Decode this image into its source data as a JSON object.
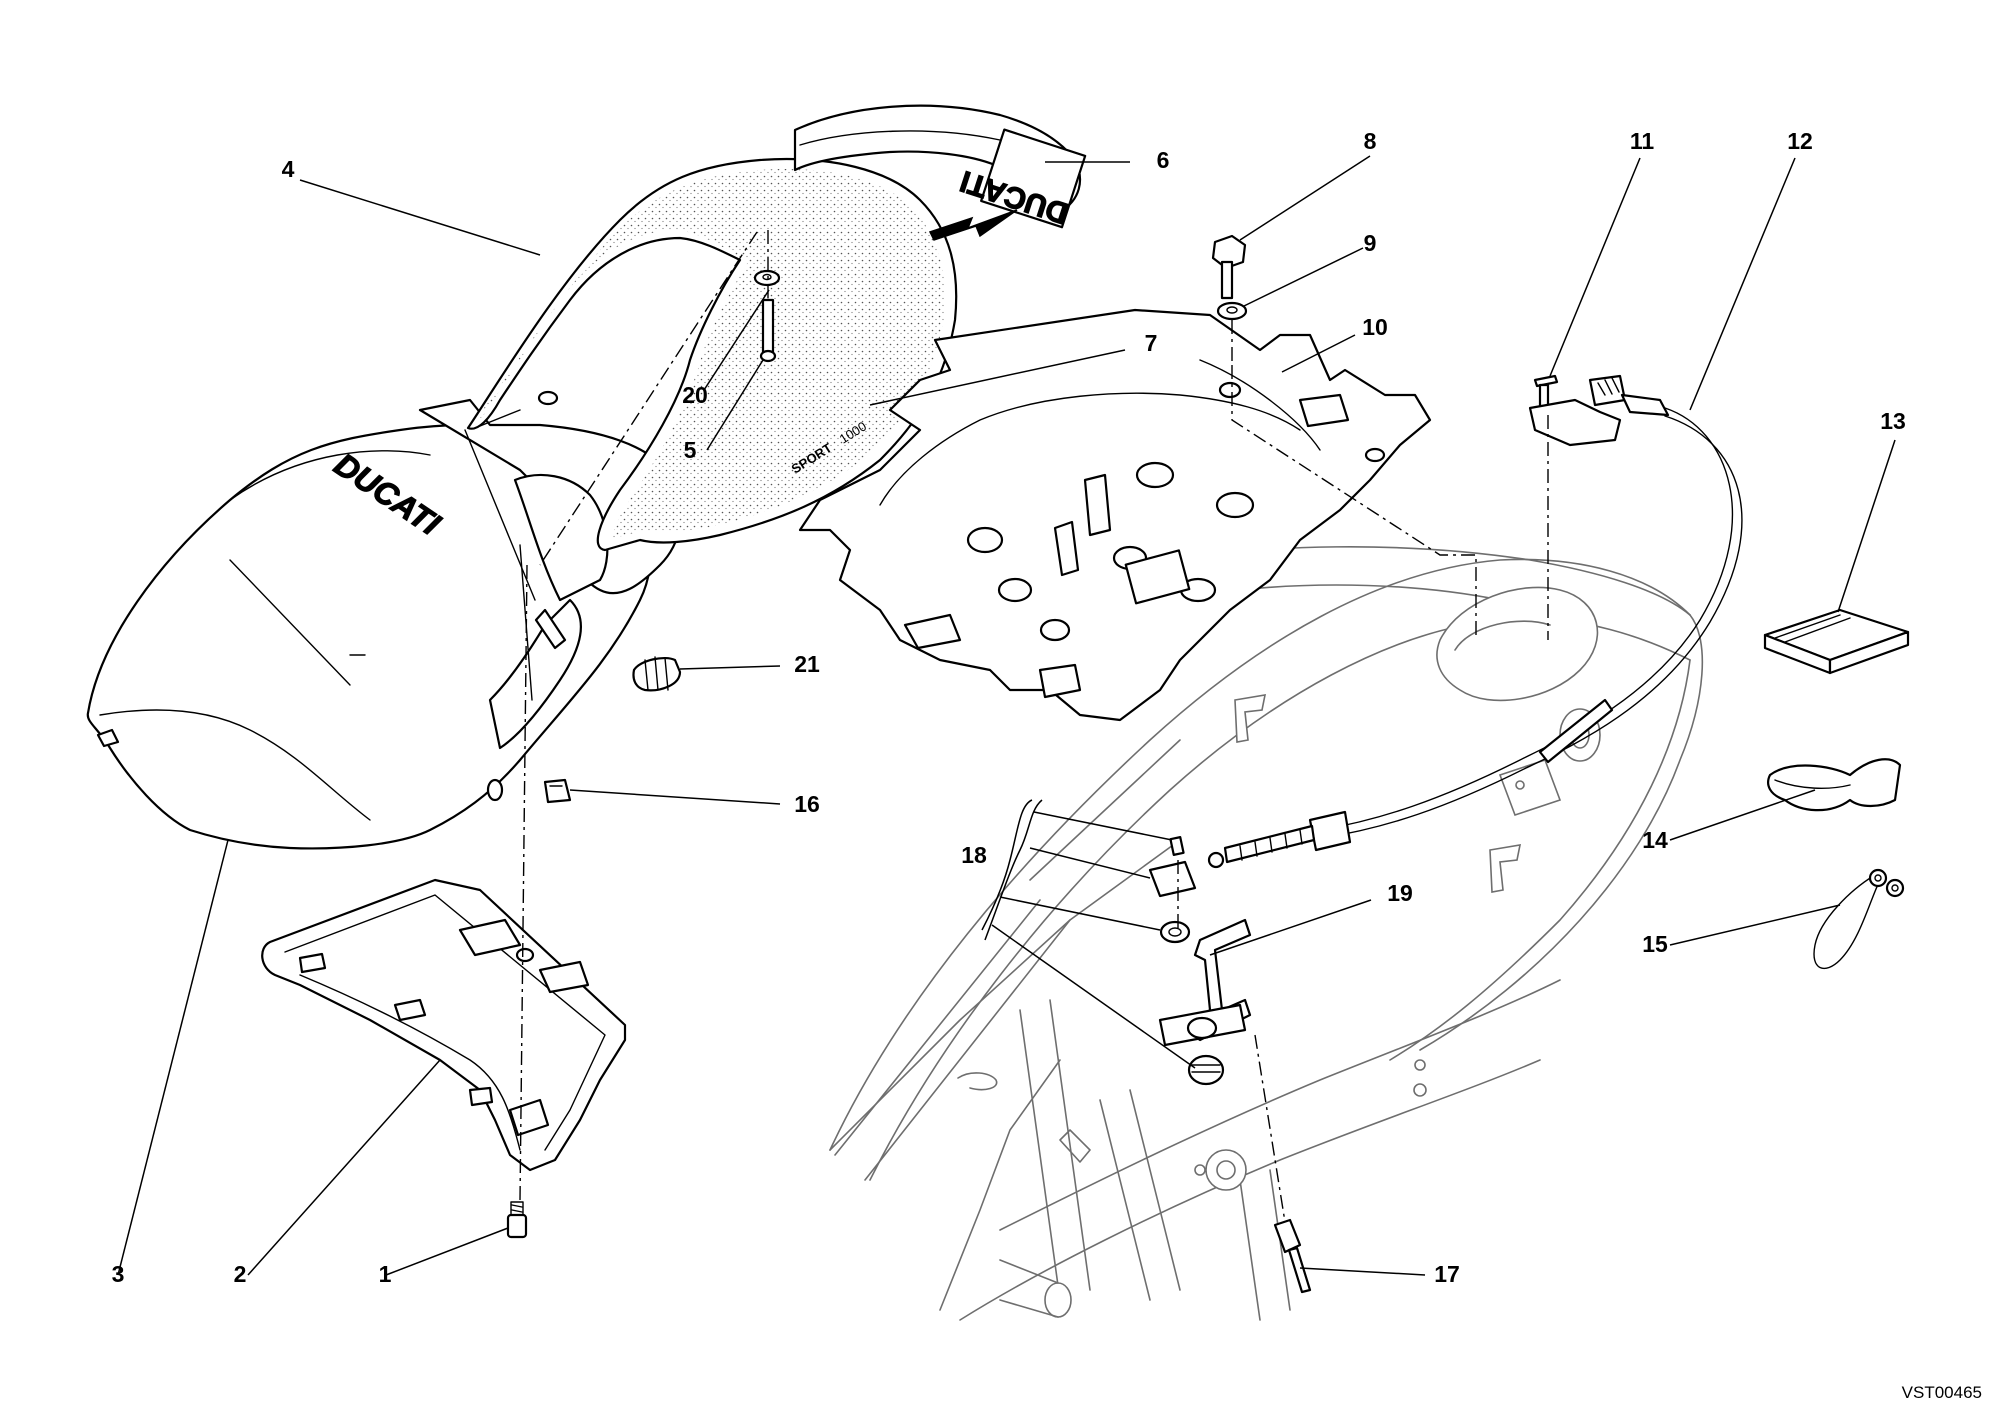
{
  "figure_code": "VST00465",
  "brand_marking": "DUCATI",
  "model_marking": {
    "prefix": "SPORT",
    "number": "1000"
  },
  "callouts": [
    {
      "id": "1",
      "text": "1"
    },
    {
      "id": "2",
      "text": "2"
    },
    {
      "id": "3",
      "text": "3"
    },
    {
      "id": "4",
      "text": "4"
    },
    {
      "id": "5",
      "text": "5"
    },
    {
      "id": "6",
      "text": "6"
    },
    {
      "id": "7",
      "text": "7"
    },
    {
      "id": "8",
      "text": "8"
    },
    {
      "id": "9",
      "text": "9"
    },
    {
      "id": "10",
      "text": "10"
    },
    {
      "id": "11",
      "text": "11"
    },
    {
      "id": "12",
      "text": "12"
    },
    {
      "id": "13",
      "text": "13"
    },
    {
      "id": "14",
      "text": "14"
    },
    {
      "id": "15",
      "text": "15"
    },
    {
      "id": "16",
      "text": "16"
    },
    {
      "id": "17",
      "text": "17"
    },
    {
      "id": "18",
      "text": "18"
    },
    {
      "id": "19",
      "text": "19"
    },
    {
      "id": "20",
      "text": "20"
    },
    {
      "id": "21",
      "text": "21"
    }
  ]
}
